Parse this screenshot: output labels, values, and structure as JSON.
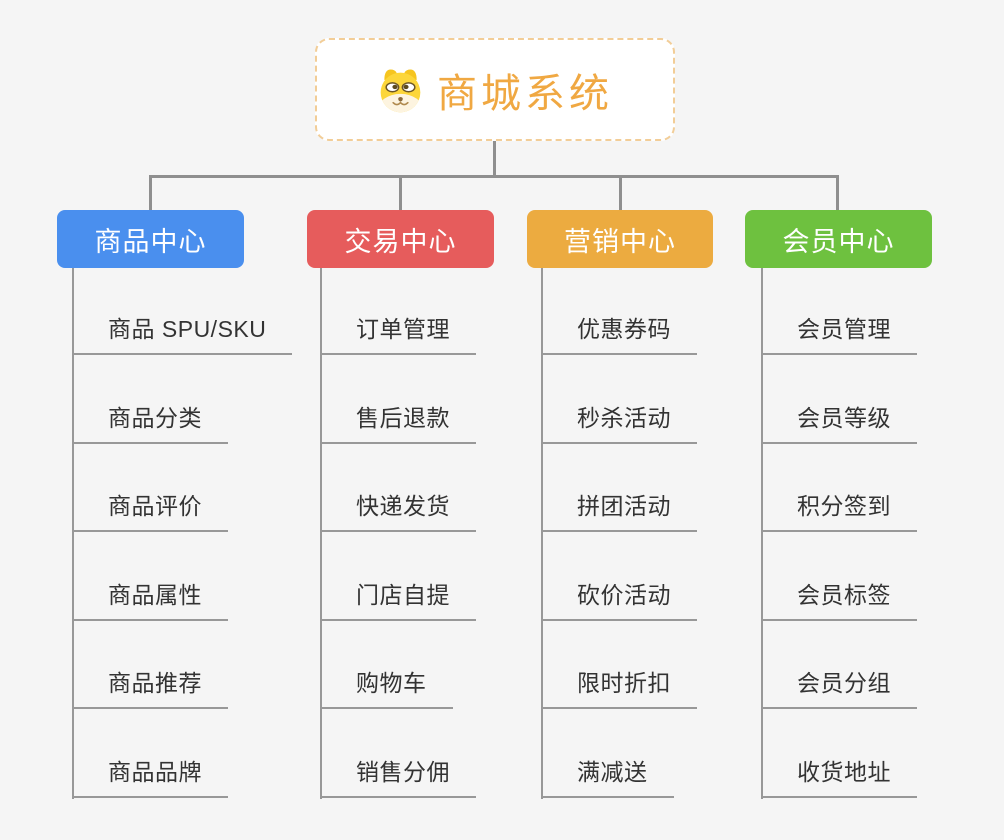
{
  "canvas": {
    "background_color": "#f5f5f5",
    "line_color": "#8f8f8f"
  },
  "root": {
    "title": "商城系统",
    "title_color": "#f0a842",
    "border_color": "#f2cd97",
    "icon": "dog-face-icon"
  },
  "columns": [
    {
      "label": "商品中心",
      "color": "#4a8fee",
      "items": [
        "商品 SPU/SKU",
        "商品分类",
        "商品评价",
        "商品属性",
        "商品推荐",
        "商品品牌"
      ]
    },
    {
      "label": "交易中心",
      "color": "#e65c5c",
      "items": [
        "订单管理",
        "售后退款",
        "快递发货",
        "门店自提",
        "购物车",
        "销售分佣"
      ]
    },
    {
      "label": "营销中心",
      "color": "#ecab40",
      "items": [
        "优惠券码",
        "秒杀活动",
        "拼团活动",
        "砍价活动",
        "限时折扣",
        "满减送"
      ]
    },
    {
      "label": "会员中心",
      "color": "#6ec13f",
      "items": [
        "会员管理",
        "会员等级",
        "积分签到",
        "会员标签",
        "会员分组",
        "收货地址"
      ]
    }
  ]
}
